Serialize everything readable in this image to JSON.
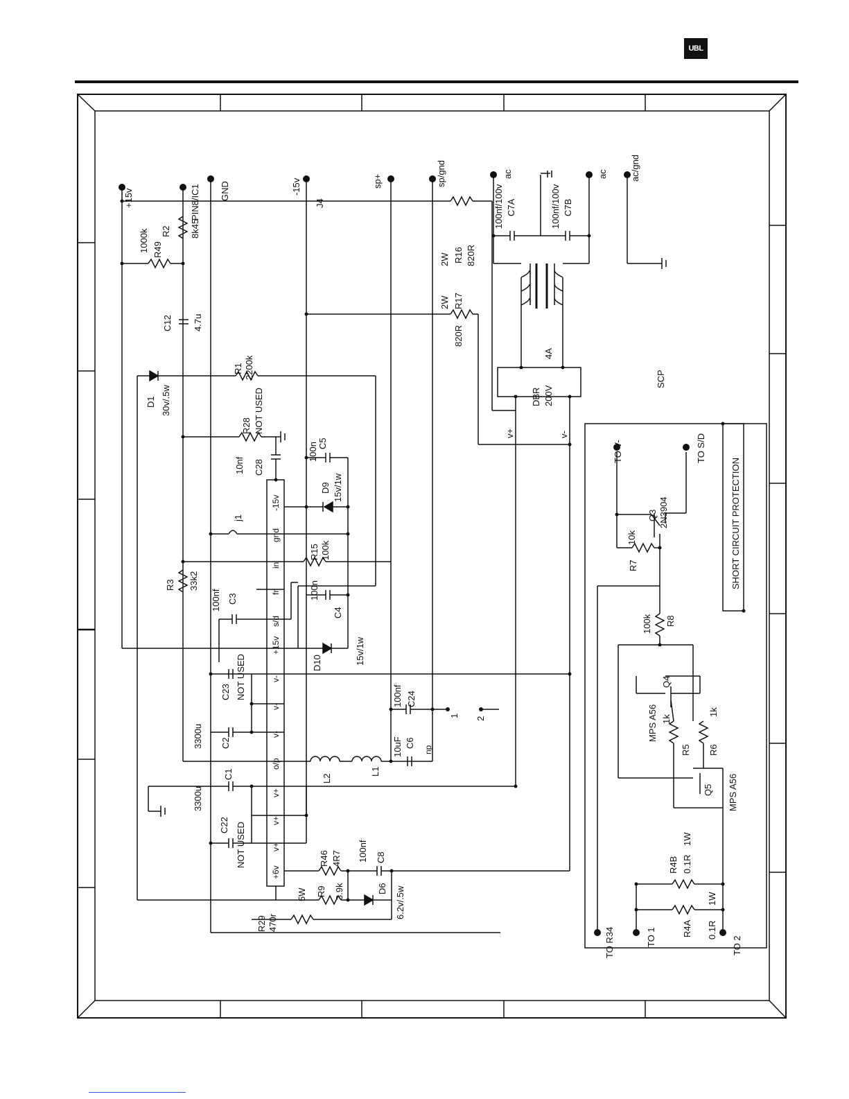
{
  "header": {
    "logo_text": "UBL"
  },
  "schematic": {
    "power_terminals": {
      "plus15v": "+15v",
      "pin8": "PIN8/IC1",
      "gnd": "GND",
      "minus15v": "-15v",
      "j4": "J4",
      "sp_plus": "sp+",
      "sp_gnd": "sp/gnd",
      "ac1": "ac",
      "ac2": "ac",
      "ac_gnd": "ac/gnd"
    },
    "components": {
      "r49_name": "R49",
      "r49_value": "1000k",
      "r2_name": "R2",
      "r2_value": "8k45",
      "c12_name": "C12",
      "c12_value": "4.7u",
      "r1_name": "R1",
      "r1_value": "2200k",
      "d1_name": "D1",
      "d1_value": "30v/.5w",
      "r28_name": "R28",
      "r28_value": "NOT USED",
      "c28_name": "C28",
      "c28_value": "10nf",
      "c5_name": "C5",
      "c5_value": "100n",
      "d9_name": "D9",
      "d9_value": "15v/1w",
      "j1_name": "j1",
      "r15_name": "R15",
      "r15_value": "100k",
      "r3_name": "R3",
      "r3_value": "33k2",
      "c4_name": "C4",
      "c4_value": "100n",
      "c3_name": "C3",
      "c3_value": "100nf",
      "d10_name": "D10",
      "d10_value": "15v/1w",
      "c23_name": "C23",
      "c23_value": "NOT USED",
      "c24_name": "C24",
      "c24_value": "100nf",
      "c2_name": "C2",
      "c2_value": "3300u",
      "l2_name": "L2",
      "l1_name": "L1",
      "c6_name": "C6",
      "c6_value": "10uF",
      "c1_name": "C1",
      "c1_value": "3300u",
      "c22_name": "C22",
      "c22_value": "NOT USED",
      "r46_name": "R46",
      "r46_value": "4R7",
      "c8_name": "C8",
      "c8_value": "100nf",
      "r9_name": "R9",
      "r9_value": "3.9k",
      "r9_power": "5W",
      "d6_name": "D6",
      "d6_value": "6.2v/.5w",
      "r29_name": "R29",
      "r29_value": "470r",
      "r16_name": "R16",
      "r16_value": "820R",
      "r16_power": "2W",
      "r17_name": "R17",
      "r17_value": "820R",
      "r17_power": "2W",
      "c7a_name": "C7A",
      "c7a_value": "100nf/100v",
      "c7b_name": "C7B",
      "c7b_value": "100nf/100v",
      "dbr_name": "DBR",
      "dbr_v": "200V",
      "dbr_a": "4A",
      "vplus": "v+",
      "vminus": "v-",
      "plus": "+",
      "minus": "-"
    },
    "ic_pins": [
      "-15v",
      "gnd",
      "in",
      "fr",
      "s/d",
      "+15v",
      "v-",
      "v-",
      "v-",
      "o/p",
      "v+",
      "v+",
      "v+",
      "+6v"
    ],
    "ic_pin_np": "np",
    "scp": {
      "label": "SCP",
      "title": "SHORT CIRCUIT PROTECTION",
      "to_vminus": "TO V-",
      "to_sd": "TO S/D",
      "q3_name": "Q3",
      "q3_type": "2N3904",
      "r7_name": "R7",
      "r7_value": "10k",
      "r8_name": "R8",
      "r8_value": "100k",
      "q4_name": "Q4",
      "q4_type": "MPS A56",
      "r5_name": "R5",
      "r5_value": "1k",
      "r6_name": "R6",
      "r6_value": "1k",
      "q5_name": "Q5",
      "q5_type": "MPS A56",
      "r4b_name": "R4B",
      "r4b_value": "0.1R",
      "r4b_power": "1W",
      "r4a_name": "R4A",
      "r4a_value": "0.1R",
      "r4a_power": "1W",
      "to_r34": "TO R34",
      "to_1": "TO 1",
      "to_2": "TO 2",
      "node1": "1",
      "node2": "2"
    }
  }
}
